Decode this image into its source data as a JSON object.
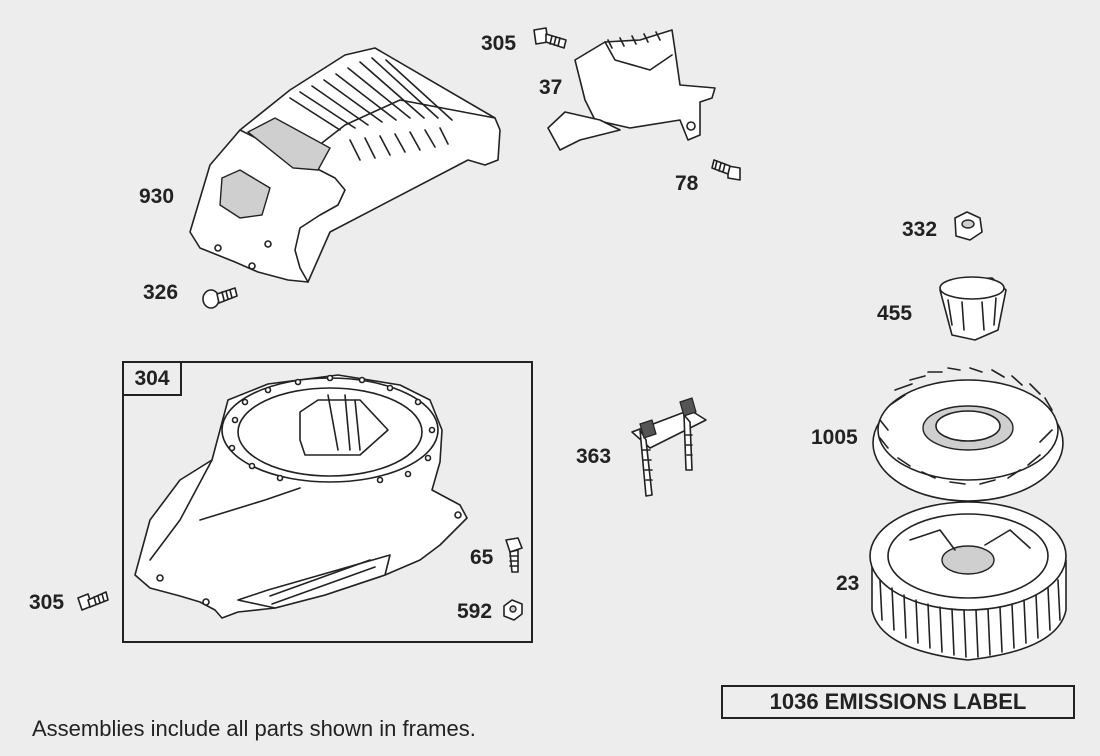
{
  "parts": [
    {
      "number": "305",
      "name": "screw"
    },
    {
      "number": "37",
      "name": "guard"
    },
    {
      "number": "78",
      "name": "screw"
    },
    {
      "number": "930",
      "name": "engine cover"
    },
    {
      "number": "326",
      "name": "screw"
    },
    {
      "number": "332",
      "name": "nut"
    },
    {
      "number": "455",
      "name": "starter cup"
    },
    {
      "number": "304",
      "name": "blower housing assembly"
    },
    {
      "number": "363",
      "name": "armature bracket"
    },
    {
      "number": "1005",
      "name": "fan"
    },
    {
      "number": "65",
      "name": "screw"
    },
    {
      "number": "592",
      "name": "nut"
    },
    {
      "number": "305",
      "name": "screw"
    },
    {
      "number": "23",
      "name": "flywheel"
    }
  ],
  "frame_label": "304",
  "emissions_label": "1036 EMISSIONS LABEL",
  "footnote": "Assemblies include all parts shown in frames.",
  "colors": {
    "background": "#ededed",
    "line": "#222222"
  }
}
